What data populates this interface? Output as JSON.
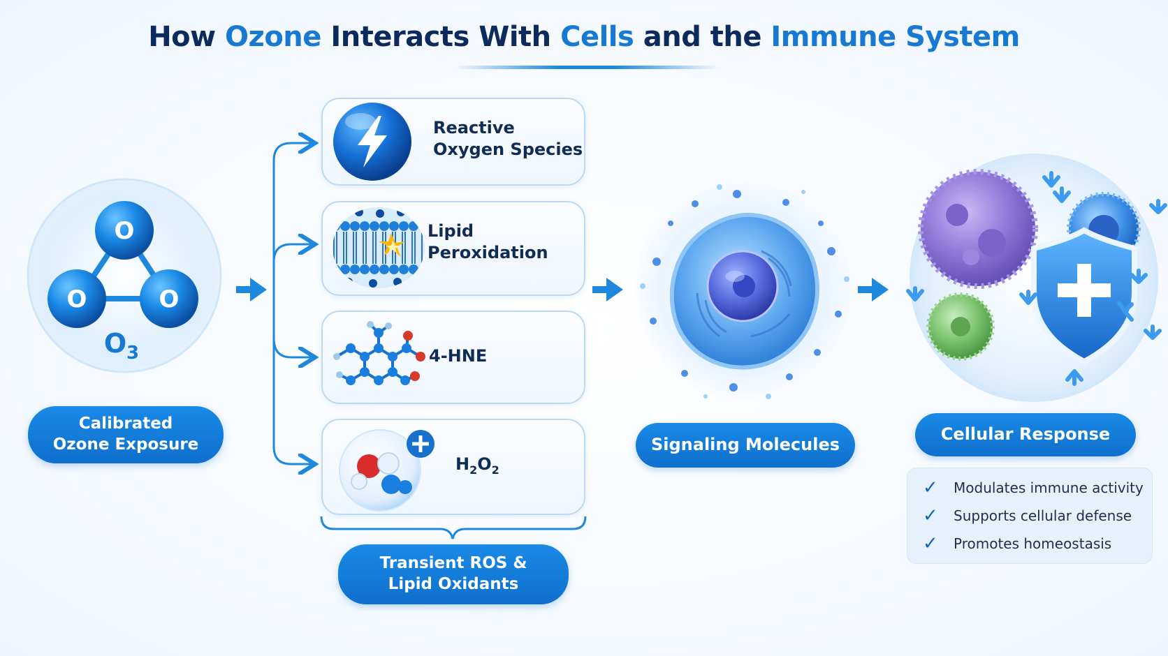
{
  "title": {
    "part1": "How ",
    "part2": "Ozone",
    "part3": " Interacts With ",
    "part4": "Cells",
    "part5": " and the ",
    "part6": "Immune System"
  },
  "ozone": {
    "atom1": "O",
    "atom2": "O",
    "atom3": "O",
    "formula_main": "O",
    "formula_sub": "3",
    "label_line1": "Calibrated",
    "label_line2": "Ozone Exposure"
  },
  "oxidants": {
    "items": [
      {
        "line1": "Reactive",
        "line2": "Oxygen Species",
        "icon": "lightning-icon"
      },
      {
        "line1": "Lipid",
        "line2": "Peroxidation",
        "icon": "lipid-bilayer-icon"
      },
      {
        "line1": "4-HNE",
        "line2": "",
        "icon": "molecule-icon"
      },
      {
        "h2o2_a": "H",
        "h2o2_b": "2",
        "h2o2_c": "O",
        "h2o2_d": "2",
        "icon": "h2o2-molecule-icon"
      }
    ],
    "group_label_line1": "Transient ROS &",
    "group_label_line2": "Lipid Oxidants"
  },
  "signaling": {
    "label": "Signaling Molecules",
    "icon": "cell-icon"
  },
  "response": {
    "label": "Cellular Response",
    "icon": "immune-shield-icon",
    "items": [
      "Modulates immune activity",
      "Supports cellular defense",
      "Promotes homeostasis"
    ]
  },
  "colors": {
    "primary": "#1779d2",
    "dark": "#0c2a5c",
    "pill": "#1a8ae6"
  }
}
